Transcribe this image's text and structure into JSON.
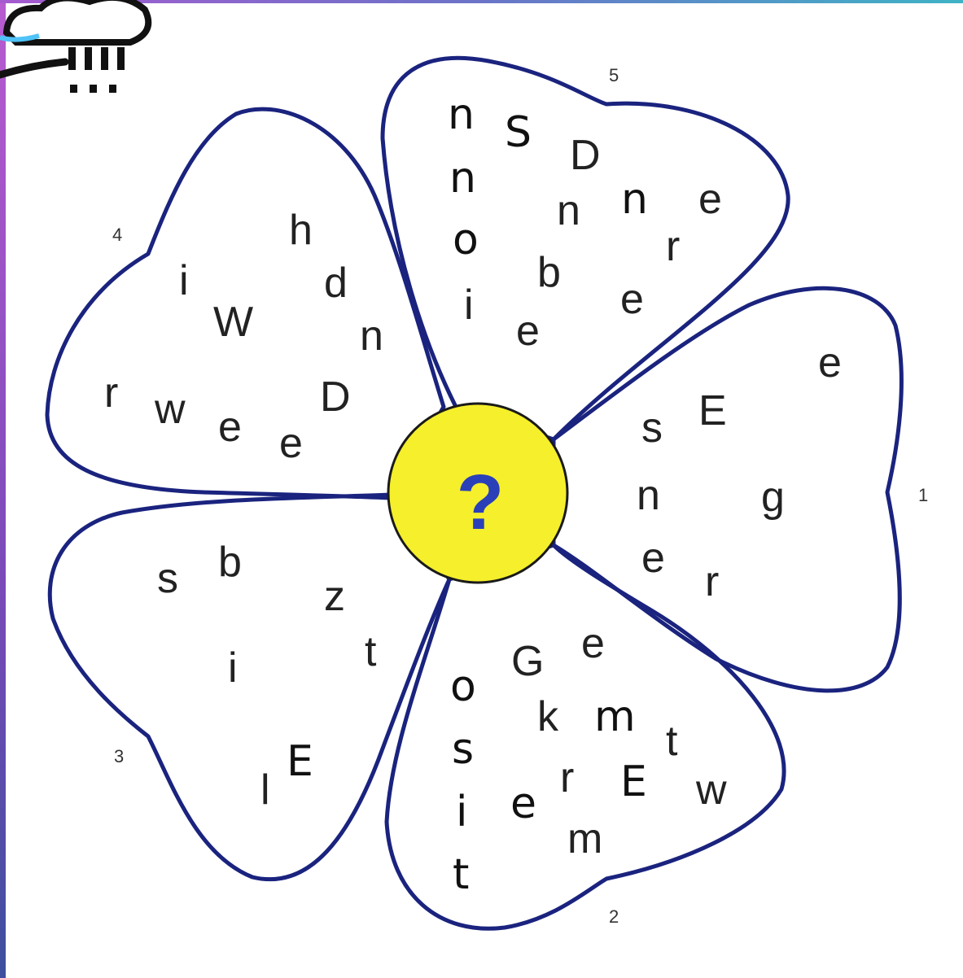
{
  "center": {
    "symbol": "?",
    "fill": "#f5ef2c",
    "symbol_color": "#2a40b8"
  },
  "outline_color": "#1a237e",
  "petals": [
    {
      "number": "1",
      "letters": [
        "e",
        "E",
        "s",
        "g",
        "n",
        "e",
        "r"
      ]
    },
    {
      "number": "2",
      "letters": [
        "G",
        "e",
        "o",
        "k",
        "m",
        "t",
        "s",
        "r",
        "E",
        "w",
        "e",
        "i",
        "m",
        "t"
      ]
    },
    {
      "number": "3",
      "letters": [
        "b",
        "s",
        "z",
        "t",
        "i",
        "E",
        "l"
      ]
    },
    {
      "number": "4",
      "letters": [
        "h",
        "i",
        "d",
        "W",
        "n",
        "r",
        "w",
        "e",
        "e",
        "D"
      ]
    },
    {
      "number": "5",
      "letters": [
        "n",
        "S",
        "D",
        "n",
        "n",
        "n",
        "e",
        "o",
        "b",
        "r",
        "i",
        "e",
        "e"
      ]
    }
  ],
  "corner_icon": "rain-cloud-icon"
}
